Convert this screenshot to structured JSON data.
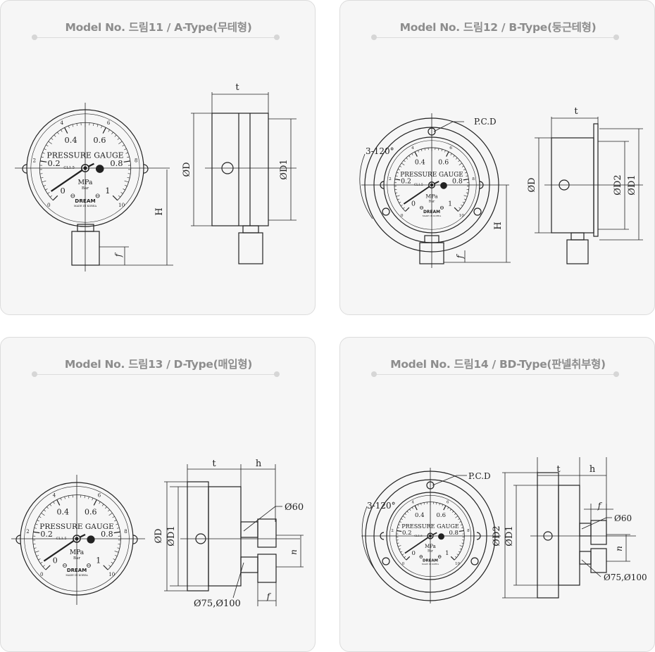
{
  "panels": [
    {
      "title": "Model No. 드림11 / A-Type(무테형)"
    },
    {
      "title": "Model No. 드림12 / B-Type(둥근테형)"
    },
    {
      "title": "Model No. 드림13 / D-Type(매입형)"
    },
    {
      "title": "Model No. 드림14 / BD-Type(판넬취부형)"
    }
  ],
  "gauge": {
    "label": "PRESSURE GAUGE",
    "class": "CL1.5",
    "unit": "MPa",
    "unit2": "Bar",
    "brand": "DREAM",
    "made": "MADE IN KOREA",
    "mpa_ticks": [
      "0",
      "0.2",
      "0.4",
      "0.6",
      "0.8",
      "1"
    ],
    "bar_ticks": [
      "0",
      "2",
      "4",
      "6",
      "8",
      "10"
    ]
  },
  "dims": {
    "t": "t",
    "h": "h",
    "H": "H",
    "f": "f",
    "n": "n",
    "D": "ØD",
    "D1": "ØD1",
    "D2": "ØD2",
    "pcd": "P.C.D",
    "holes": "3-120°",
    "d60": "Ø60",
    "d75": "Ø75,Ø100"
  },
  "colors": {
    "panel": "#f6f6f6",
    "line": "#222222",
    "title": "#8d8d8d"
  }
}
